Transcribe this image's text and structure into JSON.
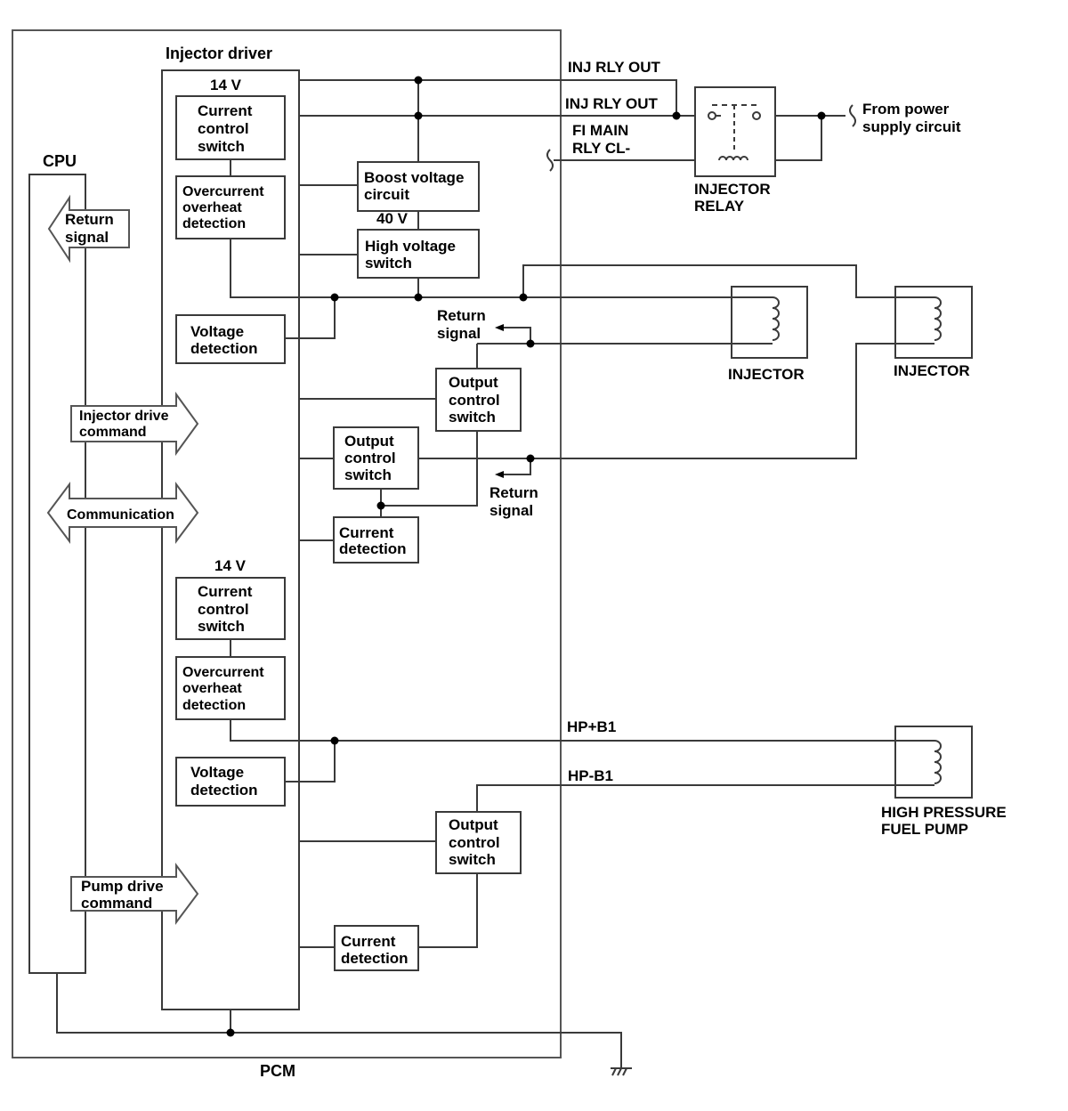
{
  "labels": {
    "injector_driver": "Injector driver",
    "cpu": "CPU",
    "pcm": "PCM",
    "v14_top": "14 V",
    "v14_bottom": "14 V",
    "v40": "40 V",
    "inj_rly_out_1": "INJ RLY OUT",
    "inj_rly_out_2": "INJ RLY OUT",
    "fi_main_1": "FI MAIN",
    "fi_main_2": "RLY CL-",
    "from_power_1": "From power",
    "from_power_2": "supply circuit",
    "injector_relay_1": "INJECTOR",
    "injector_relay_2": "RELAY",
    "injector_1": "INJECTOR",
    "injector_2": "INJECTOR",
    "hp_b1_plus": "HP+B1",
    "hp_b1_minus": "HP-B1",
    "hp_pump_1": "HIGH PRESSURE",
    "hp_pump_2": "FUEL PUMP",
    "return_sig_a1": "Return",
    "return_sig_a2": "signal",
    "return_sig_b1": "Return",
    "return_sig_b2": "signal"
  },
  "boxes": {
    "ccs_top": [
      "Current",
      "control",
      "switch"
    ],
    "ovh_top": [
      "Overcurrent",
      "overheat",
      "detection"
    ],
    "vdet_top": [
      "Voltage",
      "detection"
    ],
    "boost": [
      "Boost voltage",
      "circuit"
    ],
    "hv_switch": [
      "High voltage",
      "switch"
    ],
    "ocs_1": [
      "Output",
      "control",
      "switch"
    ],
    "ocs_2": [
      "Output",
      "control",
      "switch"
    ],
    "cdet_1": [
      "Current",
      "detection"
    ],
    "ccs_bottom": [
      "Current",
      "control",
      "switch"
    ],
    "ovh_bottom": [
      "Overcurrent",
      "overheat",
      "detection"
    ],
    "vdet_bottom": [
      "Voltage",
      "detection"
    ],
    "ocs_3": [
      "Output",
      "control",
      "switch"
    ],
    "cdet_2": [
      "Current",
      "detection"
    ]
  },
  "arrows": {
    "return_signal": [
      "Return",
      "signal"
    ],
    "injector_drive": [
      "Injector drive",
      "command"
    ],
    "communication": "Communication",
    "pump_drive": [
      "Pump drive",
      "command"
    ]
  }
}
